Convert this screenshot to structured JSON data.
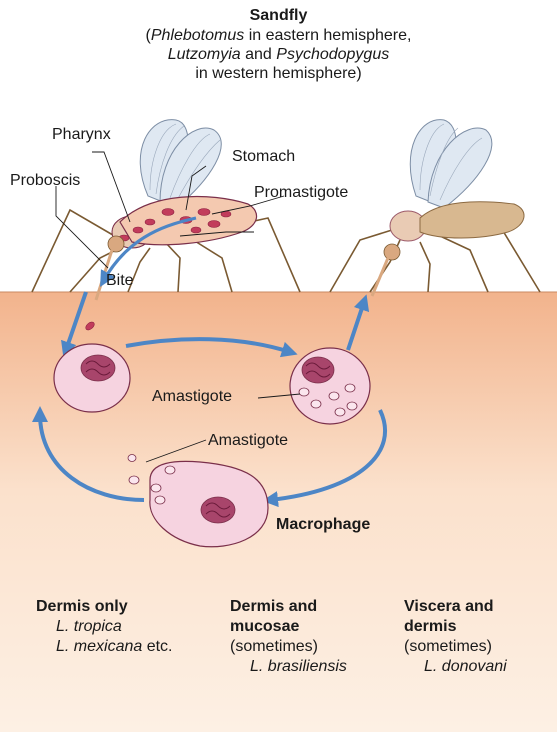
{
  "header": {
    "title": "Sandfly",
    "line2_prefix": "(",
    "line2_genus": "Phlebotomus",
    "line2_rest": " in eastern hemisphere,",
    "line3_genus1": "Lutzomyia",
    "line3_and": " and ",
    "line3_genus2": "Psychodopygus",
    "line4": "in western hemisphere)"
  },
  "labels": {
    "pharynx": "Pharynx",
    "stomach": "Stomach",
    "proboscis": "Proboscis",
    "promastigote": "Promastigote",
    "bite": "Bite",
    "amastigote_cell": "Amastigote",
    "amastigote_free": "Amastigote",
    "macrophage": "Macrophage"
  },
  "columns": [
    {
      "heading": [
        "Dermis only"
      ],
      "lines": [
        {
          "text": "L. tropica",
          "italic": true,
          "indent": 1
        },
        {
          "text": "L. mexicana",
          "italic": true,
          "indent": 1,
          "suffix": " etc."
        }
      ]
    },
    {
      "heading": [
        "Dermis and",
        "mucosae"
      ],
      "lines": [
        {
          "text": "(sometimes)",
          "italic": false,
          "indent": 0
        },
        {
          "text": "L. brasiliensis",
          "italic": true,
          "indent": 2
        }
      ]
    },
    {
      "heading": [
        "Viscera and",
        "dermis"
      ],
      "lines": [
        {
          "text": "(sometimes)",
          "italic": false,
          "indent": 0
        },
        {
          "text": "L. donovani",
          "italic": true,
          "indent": 2
        }
      ]
    }
  ],
  "colors": {
    "skin_top": "#f2b38c",
    "skin_bottom": "#fdf0e4",
    "cycle_arrow": "#4d86c6",
    "cell_fill": "#f6d3e0",
    "cell_stroke": "#7a2f4a",
    "nucleus": "#a8456b",
    "wing": "#dfe8f2",
    "body_tan": "#d8b890",
    "leg": "#7a5a32"
  }
}
